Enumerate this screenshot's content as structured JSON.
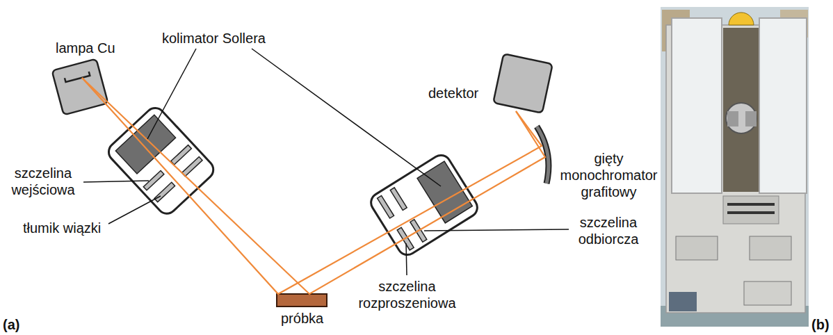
{
  "diagram": {
    "labels": [
      "lampa Cu",
      "kolimator Sollera",
      "detektor",
      "szczelina wejściowa",
      "tłumik wiązki",
      "próbka",
      "szczelina rozproszeniowa",
      "szczelina odbiorcza",
      "gięty monochromator grafitowy",
      "(a)",
      "(b)"
    ]
  }
}
